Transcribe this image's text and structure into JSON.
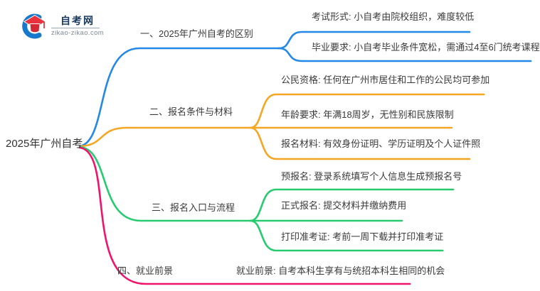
{
  "logo": {
    "title": "自考网",
    "domain": "zikao-zikao.com"
  },
  "root": {
    "label": "2025年广州自考"
  },
  "branches": [
    {
      "label": "一、2025年广州自考的区别",
      "color": "#2388E7",
      "children": [
        "考试形式: 小自考由院校组织，难度较低",
        "毕业要求: 小自考毕业条件宽松，需通过4至6门统考课程"
      ]
    },
    {
      "label": "二、报名条件与材料",
      "color": "#F5A623",
      "children": [
        "公民资格: 任何在广州市居住和工作的公民均可参加",
        "年龄要求: 年满18周岁，无性别和民族限制",
        "报名材料: 有效身份证明、学历证明及个人证件照"
      ]
    },
    {
      "label": "三、报名入口与流程",
      "color": "#25CB6E",
      "children": [
        "预报名: 登录系统填写个人信息生成预报名号",
        "正式报名: 提交材料并缴纳费用",
        "打印准考证: 考前一周下载并打印准考证"
      ]
    },
    {
      "label": "四、就业前景",
      "color": "#F1136B",
      "children": [
        "就业前景: 自考本科生享有与统招本科生相同的机会"
      ]
    }
  ]
}
